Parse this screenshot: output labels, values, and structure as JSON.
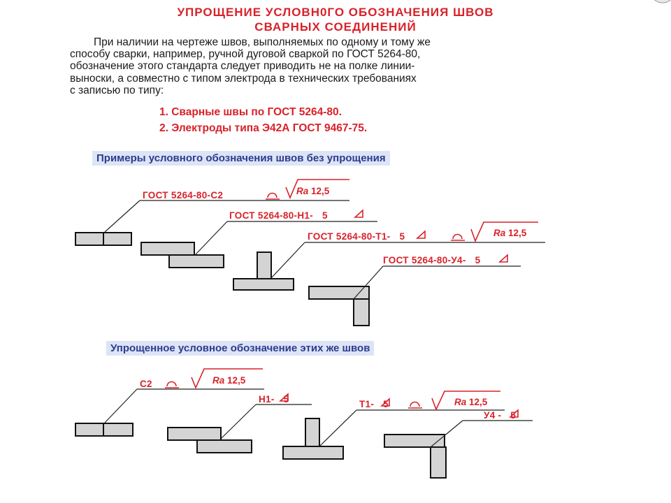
{
  "header": {
    "title_line1": "УПРОЩЕНИЕ УСЛОВН0ГО ОБОЗНАЧЕНИЯ ШВОВ",
    "title_line2": "СВАРНЫХ СОЕДИНЕНИЙ"
  },
  "intro": {
    "lines": [
      "При наличии на чертеже швов, выполняемых по одному и тому же",
      "способу сварки, например, ручной дуговой сваркой по ГОСТ 5264-80,",
      "обозначение этого стандарта следует приводить не на полке линии-",
      "выноски, а совместно с типом электрода в технических требованиях",
      "с записью по типу:"
    ]
  },
  "requirements": [
    "1. Сварные швы по ГОСТ 5264-80.",
    "2. Электроды типа Э42А ГОСТ 9467-75."
  ],
  "section_full": {
    "heading": "Примеры условного обозначения швов без упрощения",
    "labels": {
      "butt": "ГОСТ 5264-80-С2",
      "lap": "ГОСТ 5264-80-Н1-",
      "tee": "ГОСТ 5264-80-Т1-",
      "corner": "ГОСТ 5264-80-У4-"
    },
    "leg": "5",
    "ra_symbol": "Ra",
    "ra_value": "12,5"
  },
  "section_simplified": {
    "heading": "Упрощенное условное обозначение этих же швов",
    "labels": {
      "butt": "С2",
      "lap": "Н1-",
      "tee": "Т1-",
      "corner": "У4 -"
    },
    "leg": "5",
    "ra_symbol": "Ra",
    "ra_value": "12,5"
  },
  "colors": {
    "accent_red": "#d8222a",
    "heading_blue": "#2c3b8f",
    "heading_bg": "#dde4f5",
    "plate_fill": "#d4d4d4"
  },
  "icons": [
    "triangle-leg-icon",
    "weld-around-icon",
    "roughness-check-icon"
  ]
}
